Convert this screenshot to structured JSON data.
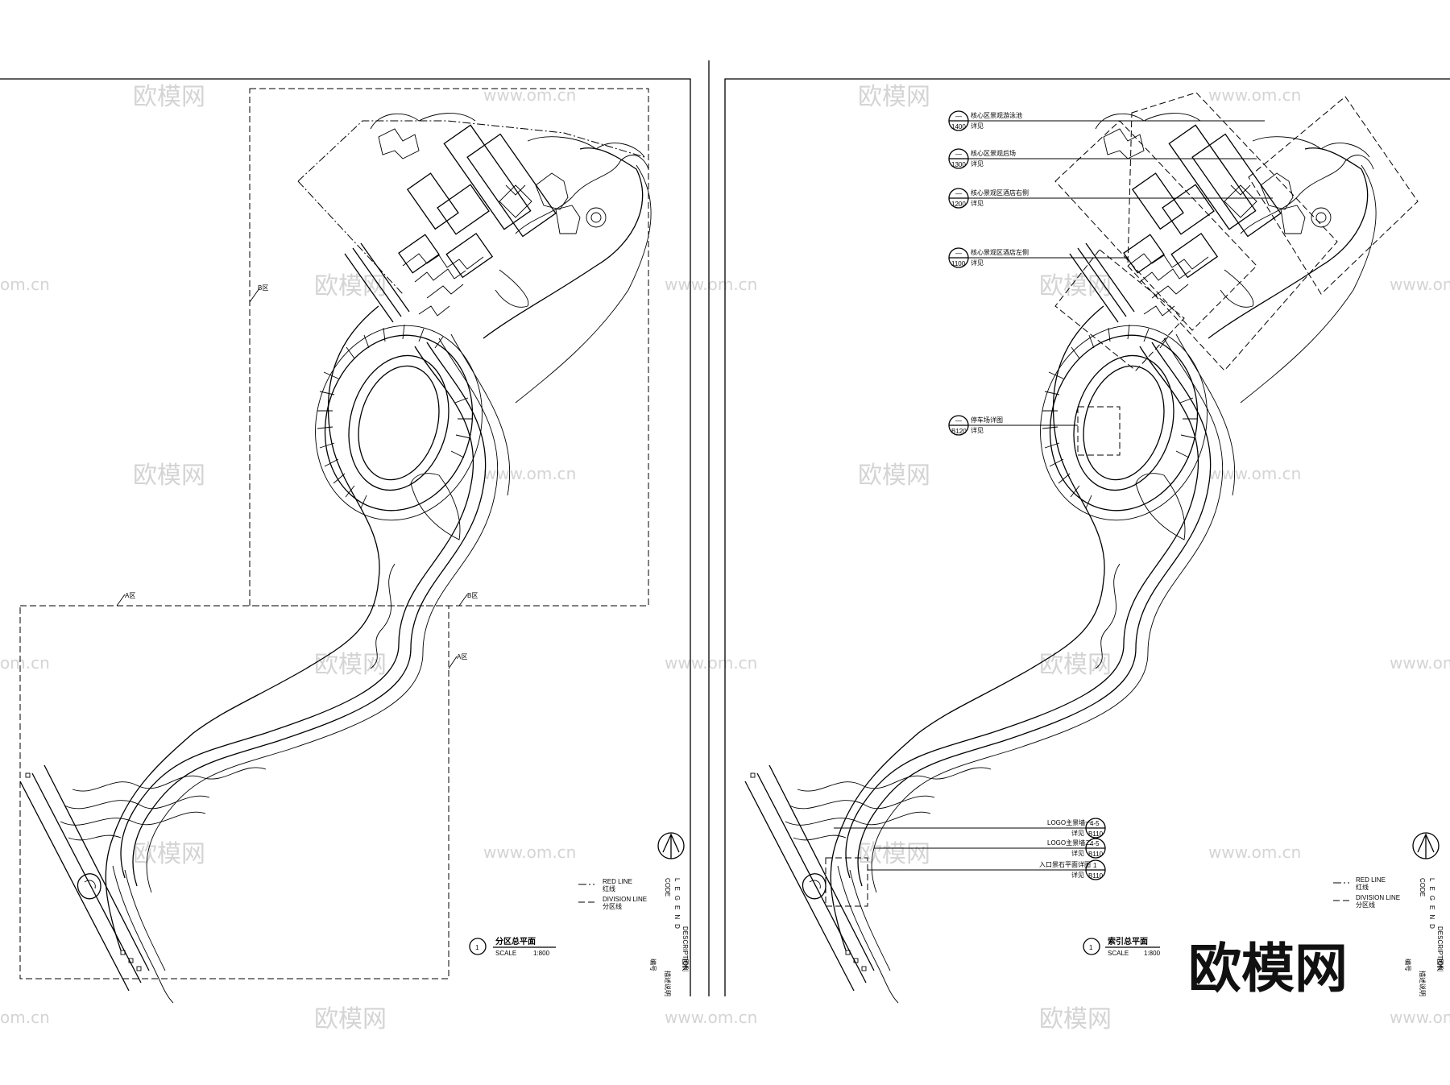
{
  "watermark": {
    "brand": "欧模网",
    "site": "www.om.cn",
    "site_short": "om.cn"
  },
  "brand_logo": "欧模网",
  "left_sheet": {
    "zone_labels": {
      "b_upper": "B区",
      "a_left": "A区",
      "b_lower": "B区",
      "a_right": "A区"
    },
    "title": {
      "number": "1",
      "name": "分区总平面",
      "scale_label": "SCALE",
      "scale_value": "1:800"
    },
    "legend": {
      "red_line_en": "RED LINE",
      "red_line_cn": "红线",
      "division_line_en": "DIVISION LINE",
      "division_line_cn": "分区线",
      "header": "LEGEND",
      "code": "CODE",
      "code_cn": "编号",
      "description": "DESCRIPTION",
      "description_cn": "图例",
      "description_cn2": "描述说明"
    }
  },
  "right_sheet": {
    "callouts": [
      {
        "top": "—",
        "code": "1400",
        "title": "核心区景观游泳池",
        "ref": "详见"
      },
      {
        "top": "—",
        "code": "1300",
        "title": "核心区景观后场",
        "ref": "详见"
      },
      {
        "top": "—",
        "code": "1200",
        "title": "核心景观区酒店右侧",
        "ref": "详见"
      },
      {
        "top": "—",
        "code": "1100",
        "title": "核心景观区酒店左侧",
        "ref": "详见"
      },
      {
        "top": "—",
        "code": "B120",
        "title": "停车场详图",
        "ref": "详见"
      }
    ],
    "bottom_callouts": [
      {
        "title": "LOGO主景墙一",
        "top": "4-5",
        "code": "B110",
        "ref": "详见"
      },
      {
        "title": "LOGO主景墙二",
        "top": "4-5",
        "code": "B110",
        "ref": "详见"
      },
      {
        "title": "入口景石平面详图",
        "top": "1",
        "code": "B110",
        "ref": "详见"
      }
    ],
    "title": {
      "number": "1",
      "name": "索引总平面",
      "scale_label": "SCALE",
      "scale_value": "1:800"
    },
    "legend": {
      "red_line_en": "RED LINE",
      "red_line_cn": "红线",
      "division_line_en": "DIVISION LINE",
      "division_line_cn": "分区线",
      "header": "LEGEND",
      "code": "CODE",
      "code_cn": "编号",
      "description": "DESCRIPTION",
      "description_cn": "图例",
      "description_cn2": "描述说明"
    }
  }
}
